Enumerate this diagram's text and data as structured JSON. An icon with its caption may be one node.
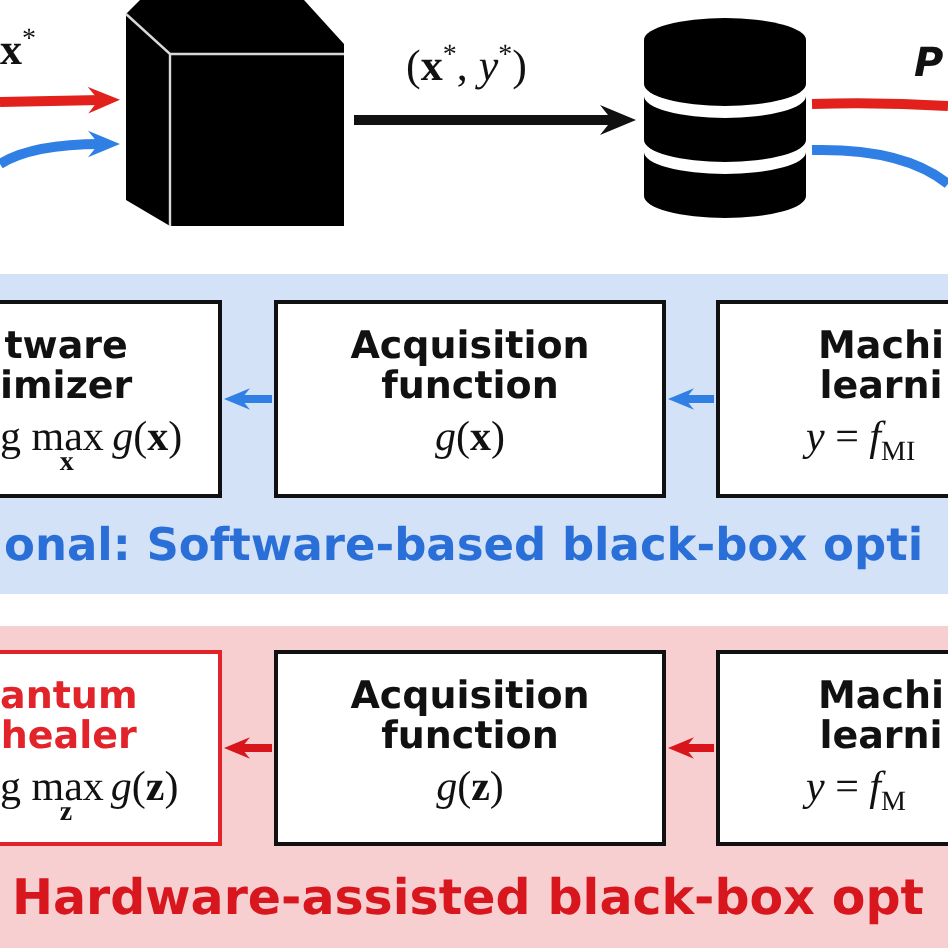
{
  "diagram": {
    "nodes": [
      {
        "text": [],
        "shape": "cube"
      },
      {
        "text": [],
        "shape": "cylinder"
      },
      {
        "text": [
          "onal: Software-based black-box opti"
        ]
      },
      {
        "text": [
          "tware imizer",
          "g max$_{x}$ *g*(**x**)"
        ],
        "in": 2
      },
      {
        "text": [
          "Acquisition function",
          "*g*(**x**)"
        ],
        "in": 2
      },
      {
        "text": [
          "Machi learni",
          "*y* = *f*$_{MI}$"
        ],
        "in": 2
      },
      {
        "text": [
          "Hardware-assisted black-box opt"
        ]
      },
      {
        "text": [
          "antum healer",
          "g max$_{z}$ *g*(**z**)"
        ],
        "in": 6
      },
      {
        "text": [
          "Acquisition function",
          "*g*(**z**)"
        ],
        "in": 6
      },
      {
        "text": [
          "Machi learni",
          "*y* = *f*$_{M}$"
        ],
        "in": 6
      }
    ],
    "edges": [
      {
        "from": null,
        "to": 0,
        "arrow": "to",
        "label": "**x**$^{*}$",
        "color": "#e3211c"
      },
      {
        "from": null,
        "to": 0,
        "arrow": "to",
        "color": "#2f7fe4"
      },
      {
        "from": 0,
        "to": 1,
        "arrow": "to",
        "label": "(**x**$^{*}$, *y*$^{*}$)",
        "color": "#111111"
      },
      {
        "from": 1,
        "to": null,
        "arrow": "none",
        "label": "P",
        "color": "#e3211c"
      },
      {
        "from": 1,
        "to": null,
        "arrow": "none",
        "color": "#2f7fe4"
      },
      {
        "from": 4,
        "to": 3,
        "arrow": "to",
        "color": "#2f7fe4"
      },
      {
        "from": 5,
        "to": 4,
        "arrow": "to",
        "color": "#2f7fe4"
      },
      {
        "from": 8,
        "to": 7,
        "arrow": "to",
        "color": "#d9151c"
      },
      {
        "from": 9,
        "to": 8,
        "arrow": "to",
        "color": "#d9151c"
      }
    ]
  }
}
